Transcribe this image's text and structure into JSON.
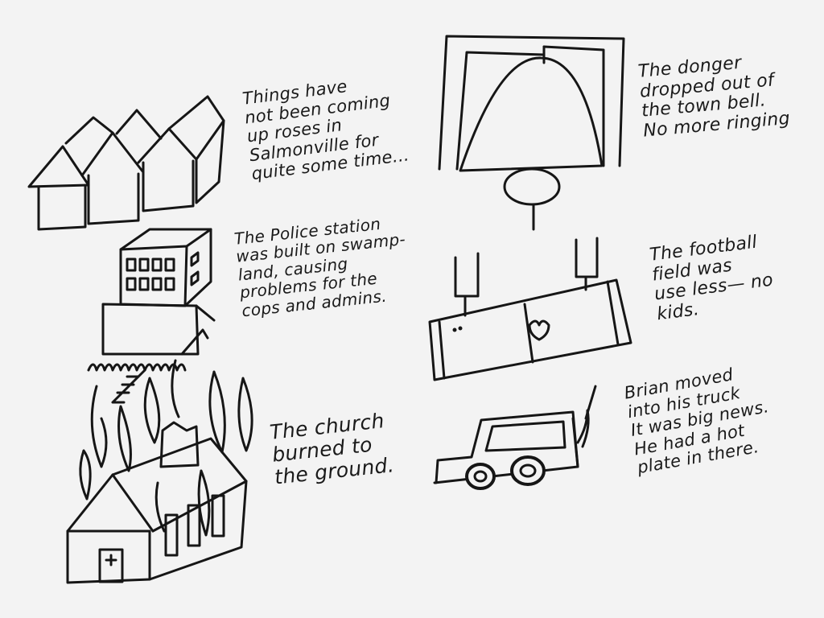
{
  "captions": {
    "houses": "Things have\nnot been coming\nup roses in\nSalmonville for\nquite some time...",
    "bell": "The donger\ndropped out of\nthe town bell.\nNo more ringing",
    "police": "The Police station\nwas built on swamp-\nland, causing\nproblems for the\ncops and admins.",
    "football": "The football\nfield was\nuse less— no\nkids.",
    "church": "The church\nburned to\nthe ground.",
    "truck": "Brian moved\ninto his truck\nIt was big news.\nHe had a hot\nplate in there."
  },
  "colors": {
    "paper": "#f3f3f3",
    "ink": "#161616"
  }
}
